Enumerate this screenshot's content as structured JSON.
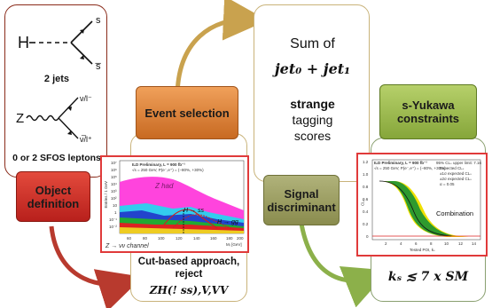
{
  "left_card": {
    "diagram1": {
      "higgs_symbol": "H",
      "out_top": "s",
      "out_bottom": "s̅"
    },
    "jets_label": "2 jets",
    "diagram2": {
      "z_symbol": "Z",
      "out_top": "ν/l⁻",
      "out_bottom": "ν̅/l⁺"
    },
    "leptons_label": "0 or 2 SFOS leptons",
    "tab_label": "Object definition"
  },
  "event_selection": {
    "tab_label": "Event selection",
    "caption": "Cut-based approach, reject",
    "caption_math": "ZH(! ss),V,VV",
    "plot": {
      "header": "ILD Preliminary, L = 900 fb⁻¹",
      "subheader": "√s = 250 GeV, P(e⁻,e⁺) = (−80%, +30%)",
      "ylabel": "Entries / 1 GeV",
      "xlabel": "Mᵣ [GeV]",
      "channel": "Z → νν channel",
      "label_zhad": "Z had",
      "label_hss": "H → ss",
      "label_hgg": "H → gg",
      "x_ticks": [
        "60",
        "80",
        "100",
        "120",
        "140",
        "160",
        "180",
        "200"
      ],
      "y_ticks": [
        "10⁷",
        "10⁶",
        "10⁵",
        "10⁴",
        "10³",
        "10²",
        "10",
        "1",
        "10⁻¹",
        "10⁻²"
      ]
    }
  },
  "signal": {
    "sum_line": "Sum of",
    "math": "jet₀ + jet₁",
    "strange": "strange",
    "tagging": "tagging",
    "scores": "scores",
    "tab_label": "Signal discriminant"
  },
  "yukawa": {
    "tab_label": "s-Yukawa constraints",
    "result": "kₛ ≲ 7 x SM",
    "plot": {
      "header": "ILD Preliminary, L = 900 fb⁻¹",
      "subheader": "√s = 250 GeV, P(e⁻,e⁺) = (−80%, +30%)",
      "legend_title": "95% CLₛ upper limit: 7.16",
      "legend_items": [
        "Expected CLₛ",
        "±1σ expected CLₛ",
        "±2σ expected CLₛ",
        "α = 0.05"
      ],
      "combination": "Combination",
      "xlabel": "Tested POI, kₛ",
      "ylabel": "CLₛ",
      "x_ticks": [
        "2",
        "4",
        "6",
        "8",
        "10",
        "12",
        "14"
      ],
      "y_ticks": [
        "0",
        "0.2",
        "0.4",
        "0.6",
        "0.8",
        "1.0",
        "1.2"
      ]
    }
  },
  "colors": {
    "red_tab": "#c8281f",
    "orange_tab": "#e08a3c",
    "olive_tab": "#9a9c5e",
    "green_tab": "#9cbc4e",
    "arrow_red": "#b83a2e",
    "arrow_gold": "#c9a24e",
    "arrow_green": "#8cb04a"
  }
}
